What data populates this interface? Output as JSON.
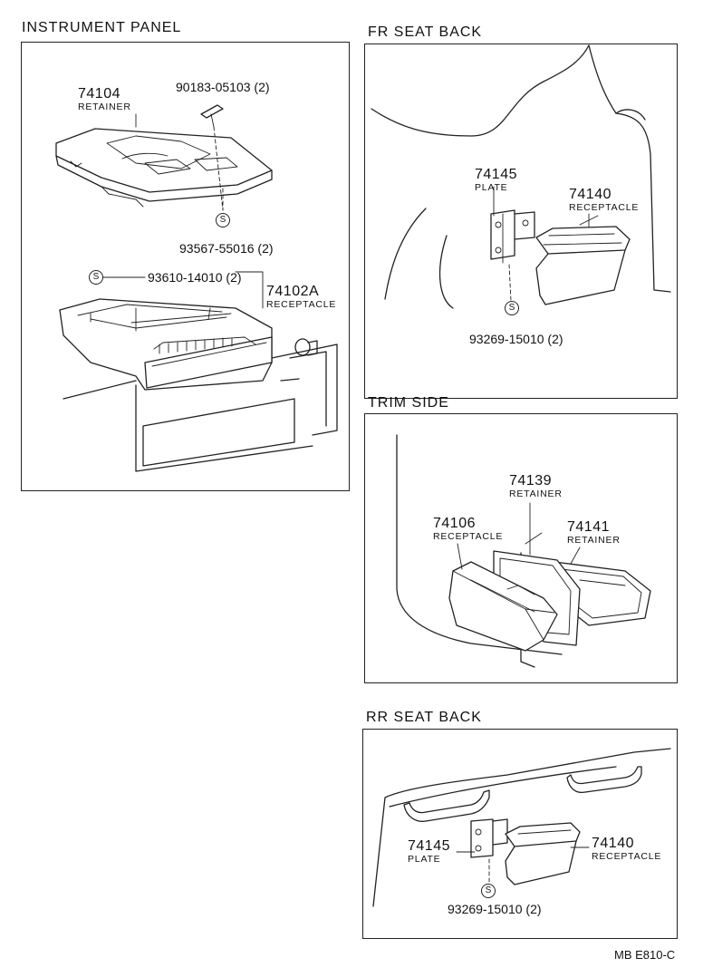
{
  "sections": {
    "instrument_panel": {
      "title": "INSTRUMENT PANEL",
      "parts": {
        "retainer_no": "74104",
        "retainer_name": "RETAINER",
        "screw_no": "90183-05103 (2)",
        "clip_a_no": "93567-55016 (2)",
        "clip_b_no": "93610-14010 (2)",
        "receptacle_no": "74102A",
        "receptacle_name": "RECEPTACLE"
      }
    },
    "fr_seat_back": {
      "title": "FR SEAT BACK",
      "parts": {
        "plate_no": "74145",
        "plate_name": "PLATE",
        "receptacle_no": "74140",
        "receptacle_name": "RECEPTACLE",
        "screw_no": "93269-15010 (2)"
      }
    },
    "trim_side": {
      "title": "TRIM SIDE",
      "parts": {
        "retainer_a_no": "74139",
        "retainer_a_name": "RETAINER",
        "receptacle_no": "74106",
        "receptacle_name": "RECEPTACLE",
        "retainer_b_no": "74141",
        "retainer_b_name": "RETAINER"
      }
    },
    "rr_seat_back": {
      "title": "RR SEAT BACK",
      "parts": {
        "plate_no": "74145",
        "plate_name": "PLATE",
        "receptacle_no": "74140",
        "receptacle_name": "RECEPTACLE",
        "screw_no": "93269-15010 (2)"
      }
    }
  },
  "symbols": {
    "s_mark": "S"
  },
  "footer": {
    "code": "MB  E810-C"
  }
}
